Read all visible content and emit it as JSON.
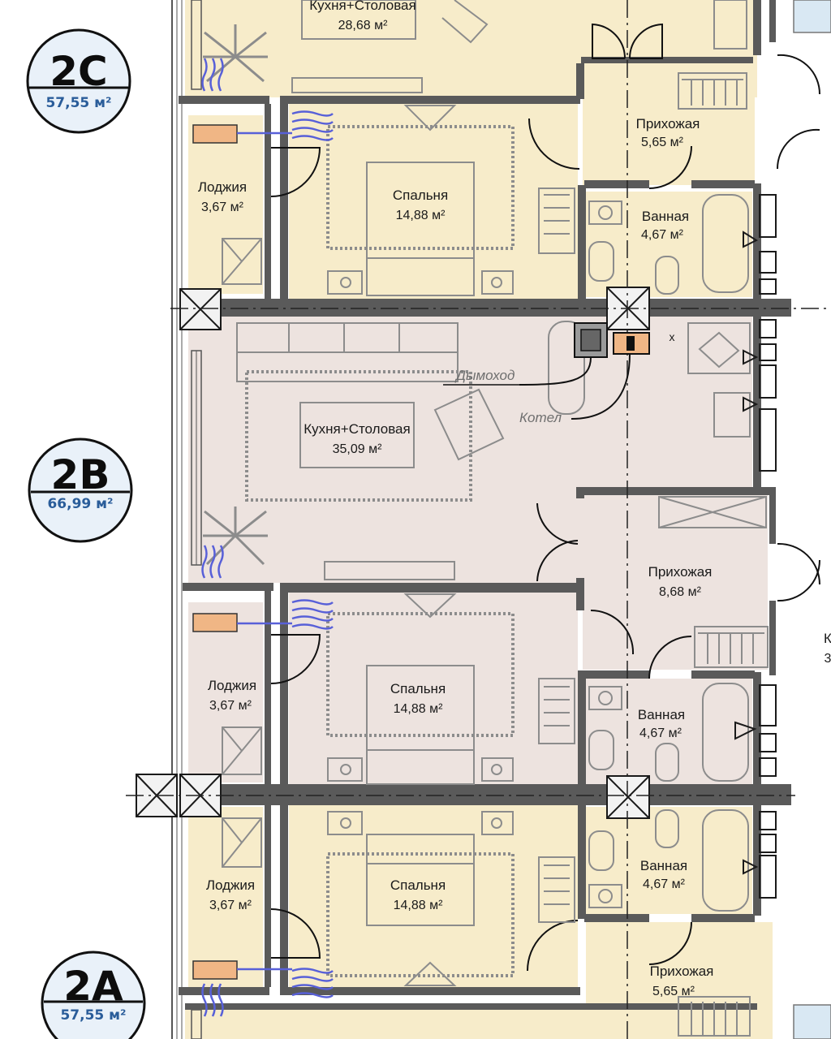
{
  "colors": {
    "room_yellow": "#f7ecca",
    "room_pink": "#ede3df",
    "wall": "#5a5a5a",
    "furniture": "#8c8c8c",
    "radiator": "#f0b685",
    "heating_pipe": "#5860d8",
    "badge_fill": "#e9f1f9",
    "badge_area_text": "#2a5d9a"
  },
  "units": [
    {
      "code": "2C",
      "area": "57,55 м²"
    },
    {
      "code": "2B",
      "area": "66,99 м²"
    },
    {
      "code": "2A",
      "area": "57,55 м²"
    }
  ],
  "rooms": [
    {
      "id": "2c-kitchen",
      "name": "Кухня+Столовая",
      "area": "28,68 м²"
    },
    {
      "id": "2c-hall",
      "name": "Прихожая",
      "area": "5,65 м²"
    },
    {
      "id": "2c-loggia",
      "name": "Лоджия",
      "area": "3,67 м²"
    },
    {
      "id": "2c-bedroom",
      "name": "Спальня",
      "area": "14,88 м²"
    },
    {
      "id": "2c-bath",
      "name": "Ванная",
      "area": "4,67 м²"
    },
    {
      "id": "2b-kitchen",
      "name": "Кухня+Столовая",
      "area": "35,09 м²"
    },
    {
      "id": "2b-hall",
      "name": "Прихожая",
      "area": "8,68 м²"
    },
    {
      "id": "2b-loggia",
      "name": "Лоджия",
      "area": "3,67 м²"
    },
    {
      "id": "2b-bedroom",
      "name": "Спальня",
      "area": "14,88 м²"
    },
    {
      "id": "2b-bath",
      "name": "Ванная",
      "area": "4,67 м²"
    },
    {
      "id": "2a-loggia",
      "name": "Лоджия",
      "area": "3,67 м²"
    },
    {
      "id": "2a-bedroom",
      "name": "Спальня",
      "area": "14,88 м²"
    },
    {
      "id": "2a-bath",
      "name": "Ванная",
      "area": "4,67 м²"
    },
    {
      "id": "2a-hall",
      "name": "Прихожая",
      "area": "5,65 м²"
    }
  ],
  "annotations": {
    "chimney": "Дымоход",
    "boiler": "Котел",
    "marker": "x",
    "cut_off_1": "К",
    "cut_off_2": "3"
  }
}
